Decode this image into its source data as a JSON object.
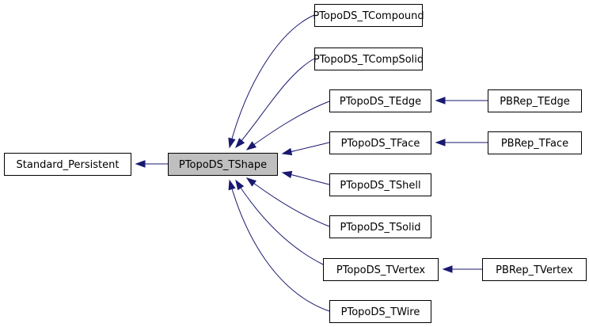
{
  "diagram": {
    "nodes": [
      {
        "id": "standard_persistent",
        "label": "Standard_Persistent"
      },
      {
        "id": "ptshape",
        "label": "PTopoDS_TShape",
        "highlight": true
      },
      {
        "id": "ptcompound",
        "label": "PTopoDS_TCompound"
      },
      {
        "id": "ptcompsolid",
        "label": "PTopoDS_TCompSolid"
      },
      {
        "id": "ptedge",
        "label": "PTopoDS_TEdge"
      },
      {
        "id": "ptface",
        "label": "PTopoDS_TFace"
      },
      {
        "id": "ptshell",
        "label": "PTopoDS_TShell"
      },
      {
        "id": "ptsolid",
        "label": "PTopoDS_TSolid"
      },
      {
        "id": "ptvertex",
        "label": "PTopoDS_TVertex"
      },
      {
        "id": "ptwire",
        "label": "PTopoDS_TWire"
      },
      {
        "id": "pbedge",
        "label": "PBRep_TEdge"
      },
      {
        "id": "pbface",
        "label": "PBRep_TFace"
      },
      {
        "id": "pbvertex",
        "label": "PBRep_TVertex"
      }
    ],
    "edges": [
      {
        "from": "ptshape",
        "to": "standard_persistent"
      },
      {
        "from": "ptcompound",
        "to": "ptshape"
      },
      {
        "from": "ptcompsolid",
        "to": "ptshape"
      },
      {
        "from": "ptedge",
        "to": "ptshape"
      },
      {
        "from": "ptface",
        "to": "ptshape"
      },
      {
        "from": "ptshell",
        "to": "ptshape"
      },
      {
        "from": "ptsolid",
        "to": "ptshape"
      },
      {
        "from": "ptvertex",
        "to": "ptshape"
      },
      {
        "from": "ptwire",
        "to": "ptshape"
      },
      {
        "from": "pbedge",
        "to": "ptedge"
      },
      {
        "from": "pbface",
        "to": "ptface"
      },
      {
        "from": "pbvertex",
        "to": "ptvertex"
      }
    ],
    "colors": {
      "edge": "#191970",
      "highlight_fill": "#bfbfbf",
      "border": "#000000"
    }
  }
}
